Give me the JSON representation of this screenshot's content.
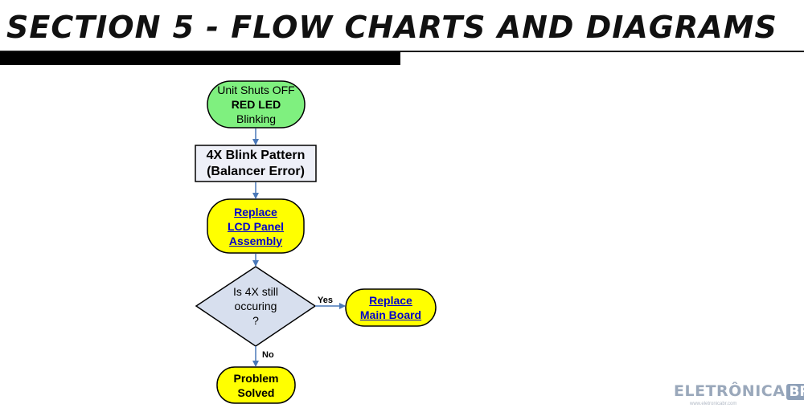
{
  "header": {
    "title": "SECTION 5 - FLOW CHARTS AND DIAGRAMS"
  },
  "flowchart": {
    "start": {
      "line1": "Unit Shuts OFF",
      "line2": "RED LED",
      "line3": "Blinking"
    },
    "pattern": {
      "line1": "4X Blink Pattern",
      "line2": "(Balancer Error)"
    },
    "replace_lcd": {
      "line1": "Replace",
      "line2": "LCD Panel",
      "line3": "Assembly"
    },
    "decision": {
      "line1": "Is 4X still",
      "line2": "occuring",
      "line3": "?"
    },
    "replace_main": {
      "line1": "Replace",
      "line2": "Main Board"
    },
    "end": {
      "line1": "Problem",
      "line2": "Solved"
    },
    "edges": {
      "yes_label": "Yes",
      "no_label": "No"
    }
  },
  "watermark": {
    "brand": "ELETRÔNICA",
    "badge": "BR",
    "url": "www.eletronicabr.com"
  },
  "colors": {
    "start_fill": "#7ff07f",
    "box_fill": "#eef0f8",
    "terminal_fill": "#ffff00",
    "decision_fill": "#d7dfee",
    "arrow": "#4a78b8",
    "link_text": "#0000cc"
  }
}
